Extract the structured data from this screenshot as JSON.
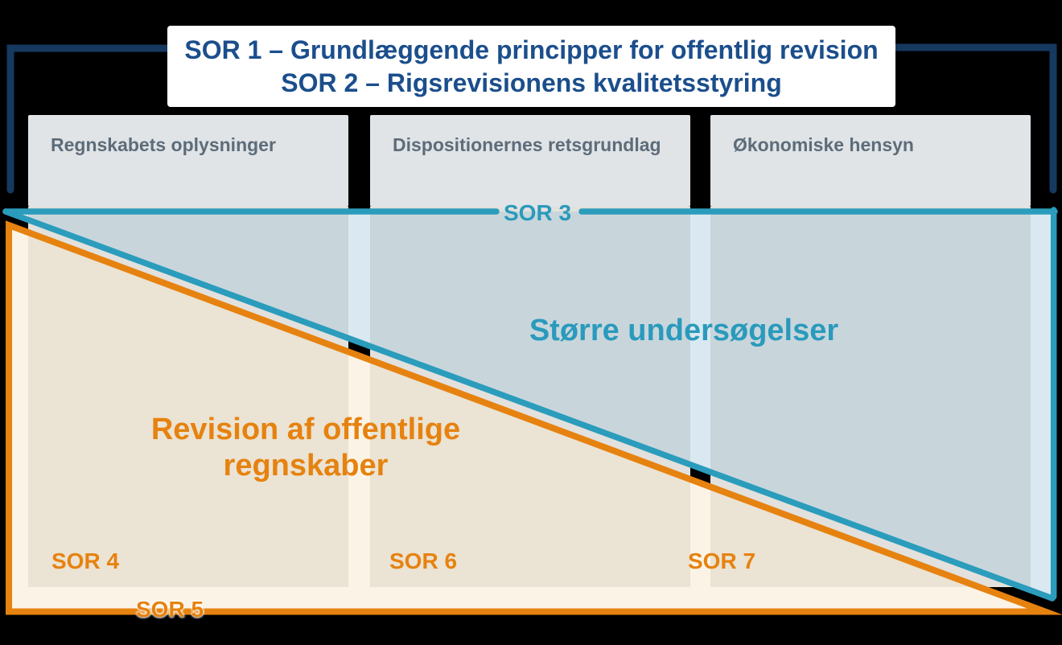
{
  "title_box": {
    "line1": "SOR 1 – Grundlæggende principper for offentlig revision",
    "line2": "SOR 2 – Rigsrevisionens kvalitetsstyring"
  },
  "column_headers": [
    {
      "label": "Regnskabets oplysninger"
    },
    {
      "label": "Dispositionernes retsgrundlag"
    },
    {
      "label": "Økonomiske hensyn"
    }
  ],
  "bands": {
    "sor3_label": "SOR 3",
    "teal_area_label": "Større undersøgelser",
    "orange_area_label_line1": "Revision af offentlige",
    "orange_area_label_line2": "regnskaber",
    "sor4_label": "SOR 4",
    "sor5_label": "SOR 5",
    "sor6_label": "SOR 6",
    "sor7_label": "SOR 7"
  },
  "colors": {
    "navy_bracket": "#16395f",
    "title_text": "#1b4e8c",
    "teal_line": "#2b9cbc",
    "teal_text": "#2a9abc",
    "orange": "#e6820f",
    "header_bg": "#e0e4e7",
    "header_text": "#5d6c79",
    "column_gray": "#e2e1dd",
    "background": "#000000"
  }
}
